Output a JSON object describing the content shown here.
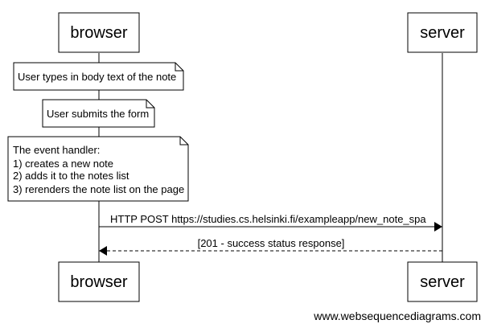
{
  "participants": {
    "browser": "browser",
    "server": "server"
  },
  "notes": [
    {
      "lines": [
        "User types in body text of the note"
      ]
    },
    {
      "lines": [
        "User submits the form"
      ]
    },
    {
      "lines": [
        "The event handler:",
        "1) creates a new note",
        "2) adds it to the notes list",
        "3) rerenders the note list on the page"
      ]
    }
  ],
  "messages": [
    {
      "label": "HTTP POST https://studies.cs.helsinki.fi/exampleapp/new_note_spa",
      "style": "solid"
    },
    {
      "label": "[201 - success status response]",
      "style": "dashed"
    }
  ],
  "footer": "www.websequencediagrams.com"
}
